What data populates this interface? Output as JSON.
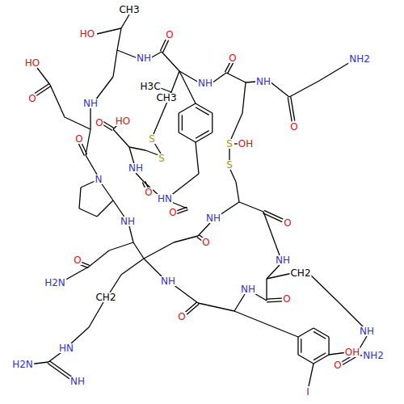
{
  "diagram": {
    "labels": [
      "CH3",
      "HO",
      "NH",
      "O",
      "O",
      "NH",
      "NH",
      "O",
      "NH2",
      "H3C",
      "CH3",
      "HO",
      "O",
      "NH",
      "O",
      "HO",
      "S",
      "S",
      "S",
      "OH",
      "S",
      "O",
      "NH",
      "N",
      "O",
      "HN",
      "O",
      "NH",
      "O",
      "O",
      "NH",
      "NH",
      "CH2",
      "O",
      "H2N",
      "CH2",
      "NH",
      "NH",
      "O",
      "O",
      "NH",
      "O",
      "NH2",
      "HN",
      "H2N",
      "NH",
      "OH",
      "I"
    ]
  }
}
